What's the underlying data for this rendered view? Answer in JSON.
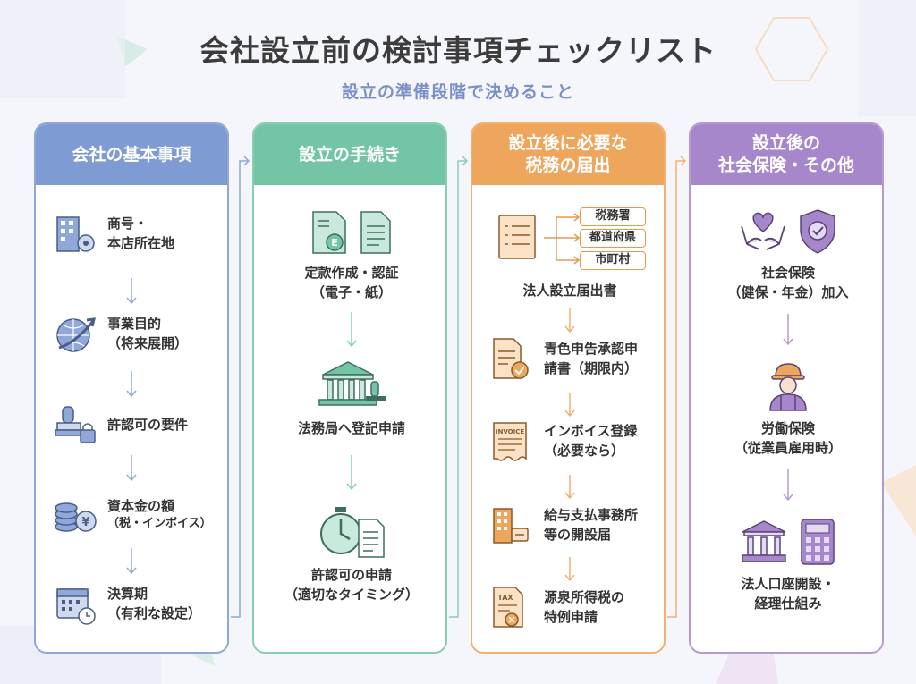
{
  "title": "会社設立前の検討事項チェックリスト",
  "subtitle": "設立の準備段階で決めること",
  "columns": [
    {
      "header": "会社の基本事項",
      "items": [
        {
          "line1": "商号・",
          "line2": "本店所在地"
        },
        {
          "line1": "事業目的",
          "line2": "（将来展開）"
        },
        {
          "line1": "許認可の要件",
          "line2": ""
        },
        {
          "line1": "資本金の額",
          "line2": "（税・インボイス）"
        },
        {
          "line1": "決算期",
          "line2": "（有利な設定）"
        }
      ]
    },
    {
      "header": "設立の手続き",
      "items": [
        {
          "line1": "定款作成・認証",
          "line2": "（電子・紙）"
        },
        {
          "line1": "法務局へ登記申請",
          "line2": ""
        },
        {
          "line1": "許認可の申請",
          "line2": "（適切なタイミング）"
        }
      ]
    },
    {
      "header_line1": "設立後に必要な",
      "header_line2": "税務の届出",
      "offices": [
        "税務署",
        "都道府県",
        "市町村"
      ],
      "top_item": "法人設立届出書",
      "items": [
        {
          "line1": "青色申告承認申",
          "line2": "請書（期限内）"
        },
        {
          "line1": "インボイス登録",
          "line2": "（必要なら）"
        },
        {
          "line1": "給与支払事務所",
          "line2": "等の開設届"
        },
        {
          "line1": "源泉所得税の",
          "line2": "特例申請"
        }
      ],
      "invoice_tag": "INVOICE",
      "tax_tag": "TAX"
    },
    {
      "header_line1": "設立後の",
      "header_line2": "社会保険・その他",
      "items": [
        {
          "line1": "社会保険",
          "line2": "（健保・年金）加入"
        },
        {
          "line1": "労働保険",
          "line2": "（従業員雇用時）"
        },
        {
          "line1": "法人口座開設・",
          "line2": "経理仕組み"
        }
      ]
    }
  ],
  "colors": {
    "blue": "#7e9bd3",
    "green": "#74c4a6",
    "orange": "#eea55c",
    "purple": "#a787cc"
  }
}
